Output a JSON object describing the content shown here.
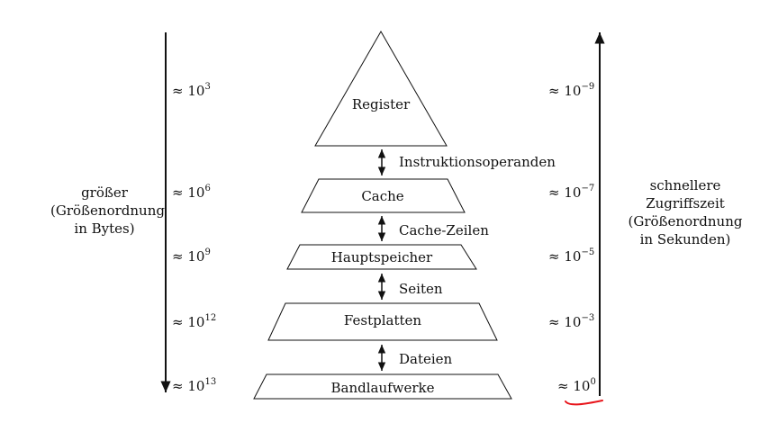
{
  "levels": [
    {
      "label": "Register",
      "size": "10",
      "size_exp": "3",
      "time": "10",
      "time_exp": "−9"
    },
    {
      "label": "Cache",
      "size": "10",
      "size_exp": "6",
      "time": "10",
      "time_exp": "−7"
    },
    {
      "label": "Hauptspeicher",
      "size": "10",
      "size_exp": "9",
      "time": "10",
      "time_exp": "−5"
    },
    {
      "label": "Festplatten",
      "size": "10",
      "size_exp": "12",
      "time": "10",
      "time_exp": "−3"
    },
    {
      "label": "Bandlaufwerke",
      "size": "10",
      "size_exp": "13",
      "time": "10",
      "time_exp": "0"
    }
  ],
  "transfers": [
    "Instruktionsoperanden",
    "Cache-Zeilen",
    "Seiten",
    "Dateien"
  ],
  "approx_symbol": "≈",
  "left_axis": {
    "lines": [
      "größer",
      "(Größenordnung",
      "in Bytes)"
    ]
  },
  "right_axis": {
    "lines": [
      "schnellere",
      "Zugriffszeit",
      "(Größenordnung",
      "in Sekunden)"
    ]
  },
  "colors": {
    "line": "#111111",
    "annotation": "#e8151b"
  }
}
